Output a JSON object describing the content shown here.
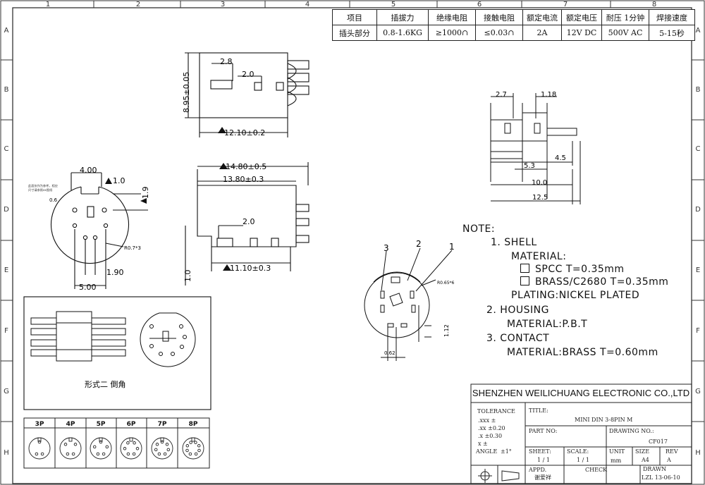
{
  "column_labels": [
    "1",
    "2",
    "3",
    "4",
    "5",
    "6",
    "7",
    "8"
  ],
  "row_labels": [
    "A",
    "B",
    "C",
    "D",
    "E",
    "F",
    "G",
    "H"
  ],
  "spec_table": {
    "headers": [
      "项目",
      "插拔力",
      "绝缘电阻",
      "接触电阻",
      "额定电流",
      "额定电压",
      "耐压 1分钟",
      "焊接速度"
    ],
    "values": [
      "插头部分",
      "0.8-1.6KG",
      "≥1000∩",
      "≤0.03∩",
      "2A",
      "12V  DC",
      "500V  AC",
      "5-15秒"
    ]
  },
  "dimensions": {
    "top_view_height": "8.95±0.05",
    "top_view_w1": "2.8",
    "top_view_w2": "2.0",
    "top_view_length": "12.10±0.2",
    "side_overall": "14.80±0.5",
    "side_body": "13.80±0.3",
    "side_tab": "2.0",
    "side_base": "11.10±0.3",
    "side_height": "1.0",
    "front_width": "4.00",
    "front_key": "1.0",
    "front_height": "1.9",
    "front_hole": "0.6",
    "front_radius": "R0.7*3",
    "front_pitch1": "1.90",
    "front_pitch2": "5.00",
    "right_a": "2.7",
    "right_b": "1.18",
    "right_c": "4.5",
    "right_d": "5.3",
    "right_e": "10.0",
    "right_f": "12.5",
    "pin_radius": "R0.65*6",
    "pin_offset": "1.12",
    "pin_width": "0.62"
  },
  "front_note": "此面仅作为参考，相应\n尺寸请参照xx图纸",
  "pin_numbers": [
    "3",
    "2",
    "1"
  ],
  "chamfer_caption": "形式二  倒角",
  "notes": {
    "title": "NOTE:",
    "lines": [
      "1.  SHELL",
      "MATERIAL:",
      "SPCC  T=0.35mm",
      "BRASS/C2680  T=0.35mm",
      "PLATING:NICKEL PLATED",
      "2.  HOUSING",
      "MATERIAL:P.B.T",
      "3.  CONTACT",
      "MATERIAL:BRASS  T=0.60mm"
    ]
  },
  "pin_variants": [
    "3P",
    "4P",
    "5P",
    "6P",
    "7P",
    "8P"
  ],
  "title_block": {
    "company": "SHENZHEN WEILICHUANG ELECTRONIC CO.,LTD",
    "tolerance_label": "TOLERANCE",
    "tol_rows": [
      ".xxx  ±",
      ".xx  ±0.20",
      ".x  ±0.30",
      "x  ±"
    ],
    "angle_label": "ANGLE",
    "angle_value": "±1°",
    "title_label": "TITLE:",
    "title_value": "MINI DIN 3-8PIN M",
    "part_no_label": "PART NO:",
    "drawing_no_label": "DRAWING NO.:",
    "drawing_no_value": "CF017",
    "sheet_label": "SHEET:",
    "sheet_value": "1 / 1",
    "scale_label": "SCALE:",
    "scale_value": "1 / 1",
    "unit_label": "UNIT",
    "unit_value": "mm",
    "size_label": "SIZE",
    "size_value": "A4",
    "rev_label": "REV",
    "rev_value": "A",
    "appd_label": "APPD.",
    "appd_value": "谢爱祥",
    "check_label": "CHECK",
    "drawn_label": "DRAWN",
    "drawn_value": "LZL  13-06-10"
  }
}
